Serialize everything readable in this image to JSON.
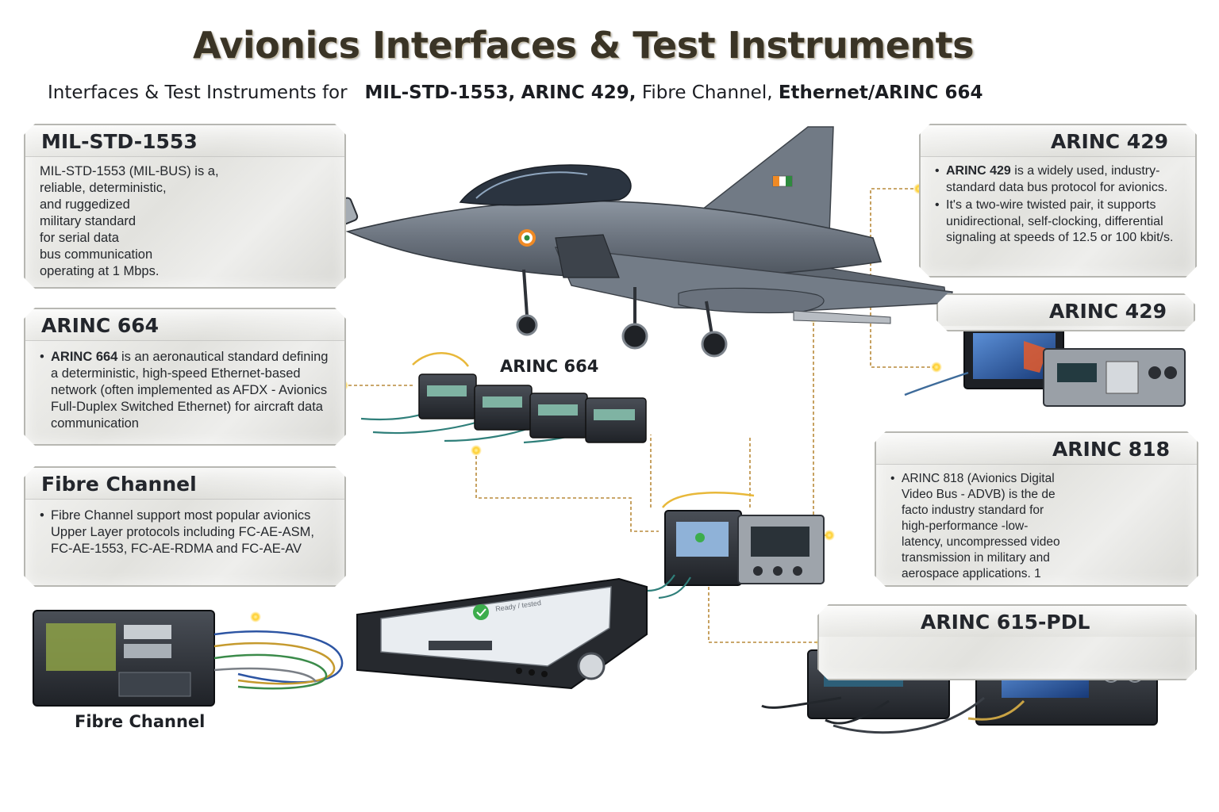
{
  "header": {
    "title": "Avionics Interfaces & Test Instruments",
    "subtitle_prefix": "Interfaces & Test Instruments for",
    "subtitle_items": [
      "MIL-STD-1553,",
      "ARINC 429,",
      "Fibre Channel,",
      "Ethernet/ARINC 664"
    ]
  },
  "panels": {
    "mil1553": {
      "title": "MIL-STD-1553",
      "lines": [
        "MIL-STD-1553 (MIL-BUS) is a,",
        "reliable, deterministic,",
        "and ruggedized",
        "military standard",
        "for serial data",
        "bus communication",
        "operating at 1 Mbps."
      ]
    },
    "arinc664": {
      "title": "ARINC 664",
      "bullet_lead": "ARINC 664",
      "bullet_text": "is an aeronautical standard defining a deterministic, high-speed Ethernet-based network (often implemented as AFDX - Avionics Full-Duplex Switched Ethernet) for aircraft data communication"
    },
    "fibre": {
      "title": "Fibre Channel",
      "bullet_text": "Fibre Channel support most popular avionics Upper Layer protocols including FC-AE-ASM, FC-AE-1553, FC-AE-RDMA and FC-AE-AV"
    },
    "arinc429": {
      "title": "ARINC 429",
      "bullet1_lead": "ARINC 429",
      "bullet1_text": "is a widely used, industry-standard data bus protocol for avionics.",
      "bullet2_text": "It's a two-wire twisted pair, it supports unidirectional, self-clocking, differential signaling at speeds of 12.5 or 100 kbit/s."
    },
    "arinc429_label": {
      "title": "ARINC 429"
    },
    "arinc818": {
      "title": "ARINC 818",
      "bullet_text": "ARINC 818 (Avionics Digital Video Bus - ADVB) is the de facto industry standard for high-performance -low- latency, uncompressed video transmission in military and aerospace applications. 1"
    },
    "arinc615": {
      "title": "ARINC 615-PDL"
    }
  },
  "captions": {
    "arinc664_device": "ARINC 664",
    "fibre_device": "Fibre Channel",
    "tablet_screen": "Ready / tested"
  },
  "colors": {
    "title": "#3a3426",
    "connector_line": "#b98a3a",
    "glow": "#ffd23a",
    "aircraft": "#6d7580"
  }
}
